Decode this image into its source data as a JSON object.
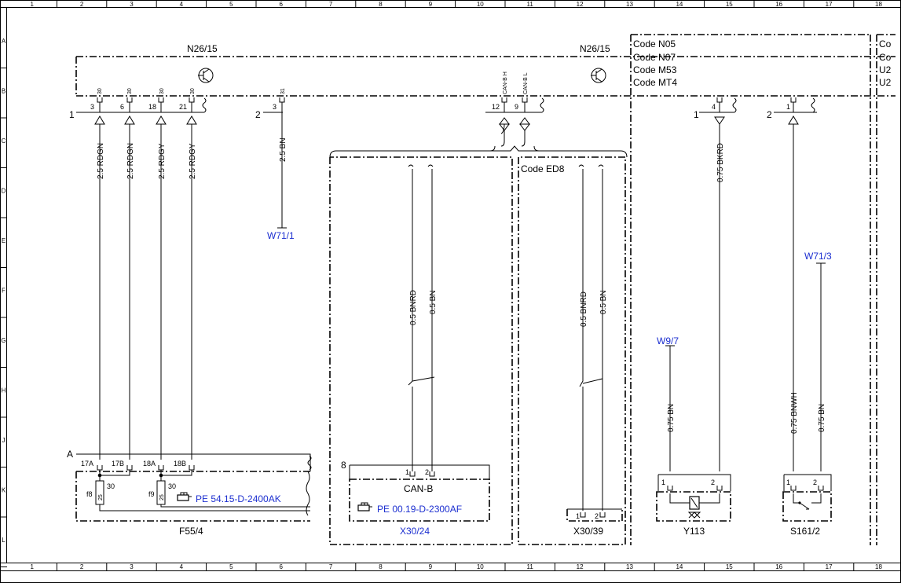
{
  "grid": {
    "columns": [
      "1",
      "2",
      "3",
      "4",
      "5",
      "6",
      "7",
      "8",
      "9",
      "10",
      "11",
      "12",
      "13",
      "14",
      "15",
      "16",
      "17",
      "18"
    ],
    "rows": [
      "A",
      "B",
      "C",
      "D",
      "E",
      "F",
      "G",
      "H",
      "J",
      "K",
      "L"
    ]
  },
  "components": {
    "n26_left": "N26/15",
    "n26_right": "N26/15",
    "code_n05": "Code N05",
    "code_n07": "Code N07",
    "code_m53": "Code M53",
    "code_mt4": "Code MT4",
    "code_ed8": "Code ED8",
    "can_b": "CAN-B",
    "f55": "F55/4",
    "x30_24": "X30/24",
    "x30_39": "X30/39",
    "y113": "Y113",
    "s161": "S161/2",
    "edge_r1": "Co",
    "edge_r2": "Co",
    "edge_r3": "U2",
    "edge_r4": "U2"
  },
  "connector_numbers": {
    "c1": "1",
    "c2": "2",
    "c8": "8",
    "cA": "A",
    "y113_conn": "1",
    "s161_conn": "2"
  },
  "pins_top": {
    "p30a": "30",
    "p30b": "30",
    "p30c": "30",
    "p30d": "30",
    "p31": "31",
    "canh": "CAN-B H",
    "canl": "CAN-B L",
    "n3": "3",
    "n6": "6",
    "n18": "18",
    "n21": "21",
    "n3b": "3",
    "n12": "12",
    "n9": "9",
    "n4": "4",
    "n1": "1"
  },
  "wires": {
    "w1": "2.5 RDGN",
    "w2": "2.5 RDGN",
    "w3": "2.5 RDGY",
    "w4": "2.5 RDGY",
    "w5": "2.5 BN",
    "w6": "0.5 BNRD",
    "w7": "0.5 BN",
    "w8": "0.5 BNRD",
    "w9": "0.5 BN",
    "w10": "0.75 BKRD",
    "w11": "0.75 BN",
    "w12": "0.75 BNWH",
    "w13": "0.75 BN"
  },
  "refs": {
    "w71_1": "W71/1",
    "w71_3": "W71/3",
    "w9_7": "W9/7",
    "pe_f55": "PE 54.15-D-2400AK",
    "pe_x30": "PE 00.19-D-2300AF"
  },
  "fuse_pins": {
    "a17": "17A",
    "b17": "17B",
    "a18": "18A",
    "b18": "18B",
    "f8": "f8",
    "f9": "f9",
    "v25a": "25",
    "v25b": "25",
    "v30a": "30",
    "v30b": "30"
  },
  "sub_pins": {
    "cb1": "1",
    "cb2": "2",
    "x1": "1",
    "x2": "2",
    "y1": "1",
    "y2": "2",
    "s1": "1",
    "s2": "2"
  },
  "icons": [
    "transistor-icon",
    "hand-pointer-icon",
    "solenoid-valve-icon",
    "switch-icon"
  ]
}
